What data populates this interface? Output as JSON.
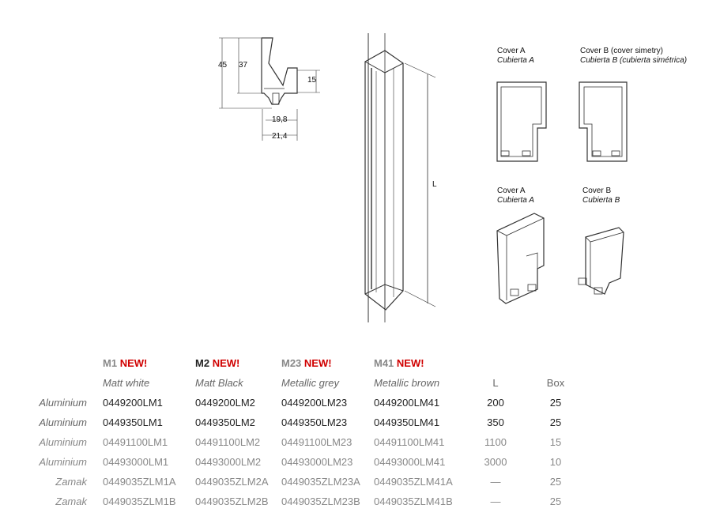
{
  "profile_dims": {
    "d45": "45",
    "d37": "37",
    "d15": "15",
    "d198": "19,8",
    "d214": "21,4"
  },
  "length_label": "L",
  "covers": [
    {
      "title": "Cover A",
      "subtitle": "Cubierta A"
    },
    {
      "title": "Cover B (cover simetry)",
      "subtitle": "Cubierta B (cubierta simétrica)"
    },
    {
      "title": "Cover A",
      "subtitle": "Cubierta A"
    },
    {
      "title": "Cover B",
      "subtitle": "Cubierta B"
    }
  ],
  "table": {
    "new_label": "NEW!",
    "models": [
      {
        "code": "M1",
        "finish": "Matt white",
        "code_color": "#888888"
      },
      {
        "code": "M2",
        "finish": "Matt Black",
        "code_color": "#222222"
      },
      {
        "code": "M23",
        "finish": "Metallic grey",
        "code_color": "#888888"
      },
      {
        "code": "M41",
        "finish": "Metallic brown",
        "code_color": "#888888"
      }
    ],
    "col_l": "L",
    "col_box": "Box",
    "rows": [
      {
        "material": "Aluminium",
        "codes": [
          "0449200LM1",
          "0449200LM2",
          "0449200LM23",
          "0449200LM41"
        ],
        "l": "200",
        "box": "25",
        "tone": "dark"
      },
      {
        "material": "Aluminium",
        "codes": [
          "0449350LM1",
          "0449350LM2",
          "0449350LM23",
          "0449350LM41"
        ],
        "l": "350",
        "box": "25",
        "tone": "dark"
      },
      {
        "material": "Aluminium",
        "codes": [
          "04491100LM1",
          "04491100LM2",
          "04491100LM23",
          "04491100LM41"
        ],
        "l": "1100",
        "box": "15",
        "tone": "light"
      },
      {
        "material": "Aluminium",
        "codes": [
          "04493000LM1",
          "04493000LM2",
          "04493000LM23",
          "04493000LM41"
        ],
        "l": "3000",
        "box": "10",
        "tone": "light"
      },
      {
        "material": "Zamak",
        "codes": [
          "0449035ZLM1A",
          "0449035ZLM2A",
          "0449035ZLM23A",
          "0449035ZLM41A"
        ],
        "l": "—",
        "box": "25",
        "tone": "light"
      },
      {
        "material": "Zamak",
        "codes": [
          "0449035ZLM1B",
          "0449035ZLM2B",
          "0449035ZLM23B",
          "0449035ZLM41B"
        ],
        "l": "—",
        "box": "25",
        "tone": "light"
      }
    ]
  }
}
